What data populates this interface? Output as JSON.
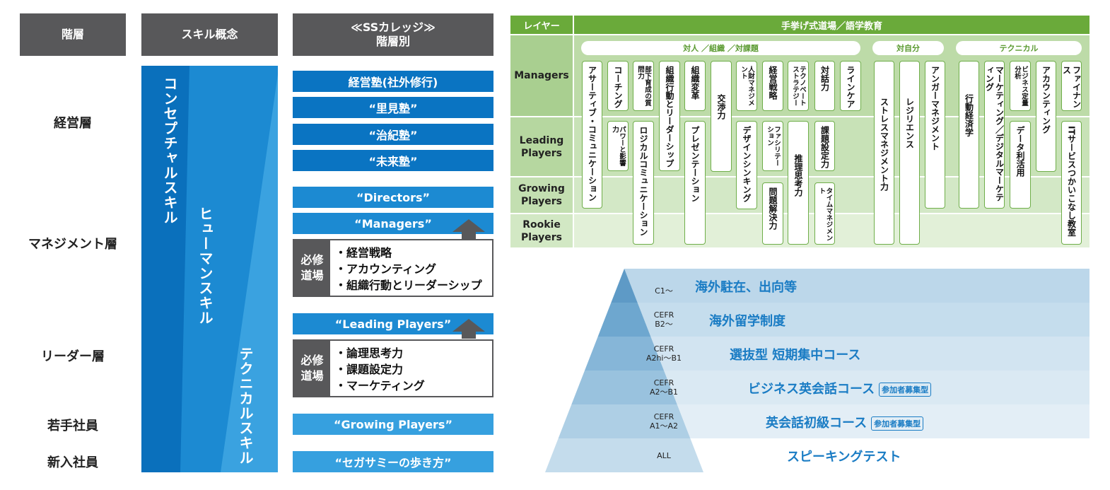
{
  "left": {
    "headers": [
      "階層",
      "スキル概念",
      "≪SSカレッジ≫\n階層別"
    ],
    "layers": [
      "経営層",
      "マネジメント層",
      "リーダー層",
      "若手社員",
      "新入社員"
    ],
    "skills": [
      "コンセプチャルスキル",
      "ヒューマンスキル",
      "テクニカルスキル"
    ],
    "programs": {
      "keiei": "経営塾(社外修行)",
      "satomi": "“里見塾”",
      "haruki": "“治紀塾”",
      "mirai": "“未来塾”",
      "directors": "“Directors”",
      "managers": "“Managers”",
      "leading": "“Leading Players”",
      "growing": "“Growing Players”",
      "segasammy": "“セガサミーの歩き方”"
    },
    "required_label": "必修\n道場",
    "required_managers": [
      "・経営戦略",
      "・アカウンティング",
      "・組織行動とリーダーシップ"
    ],
    "required_leading": [
      "・論理思考力",
      "・課題設定力",
      "・マーケティング"
    ]
  },
  "grid": {
    "layer_header": "レイヤー",
    "title": "手挙げ式道場／語学教育",
    "rows": [
      "Managers",
      "Leading\nPlayers",
      "Growing\nPlayers",
      "Rookie\nPlayers"
    ],
    "categories": [
      "対人 ／組織 ／対課題",
      "対自分",
      "テクニカル"
    ],
    "cards": [
      "アサーティブ・コミュニケーション",
      "コーチング",
      "部下育成の質問力",
      "組織行動とリーダーシップ",
      "組織変革",
      "交渉力",
      "人財マネジメント",
      "経営戦略",
      "テクノベートストラテジー",
      "対話力",
      "ラインケア",
      "パワーと影響力",
      "ロジカルコミュニケーション",
      "プレゼンテーション",
      "デザインシンキング",
      "ファシリテーション",
      "推理思考力",
      "問題解決力",
      "課題設定力",
      "タイムマネジメント",
      "ストレスマネジメント力",
      "レジリエンス",
      "アンガーマネジメント",
      "行動経済学",
      "マーケティング／デジタルマーケティング",
      "ビジネス定量分析",
      "データ利活用",
      "アカウンティング",
      "ファイナンス",
      "ITサービスつかいこなし教室"
    ]
  },
  "pyramid": {
    "levels": [
      "C1～",
      "CEFR\nB2～",
      "CEFR\nA2hi～B1",
      "CEFR\nA2～B1",
      "CEFR\nA1～A2",
      "ALL"
    ],
    "programs": [
      "海外駐在、出向等",
      "海外留学制度",
      "選抜型 短期集中コース",
      "ビジネス英会話コース",
      "英会話初級コース",
      "スピーキングテスト"
    ],
    "tag": "参加者募集型"
  }
}
